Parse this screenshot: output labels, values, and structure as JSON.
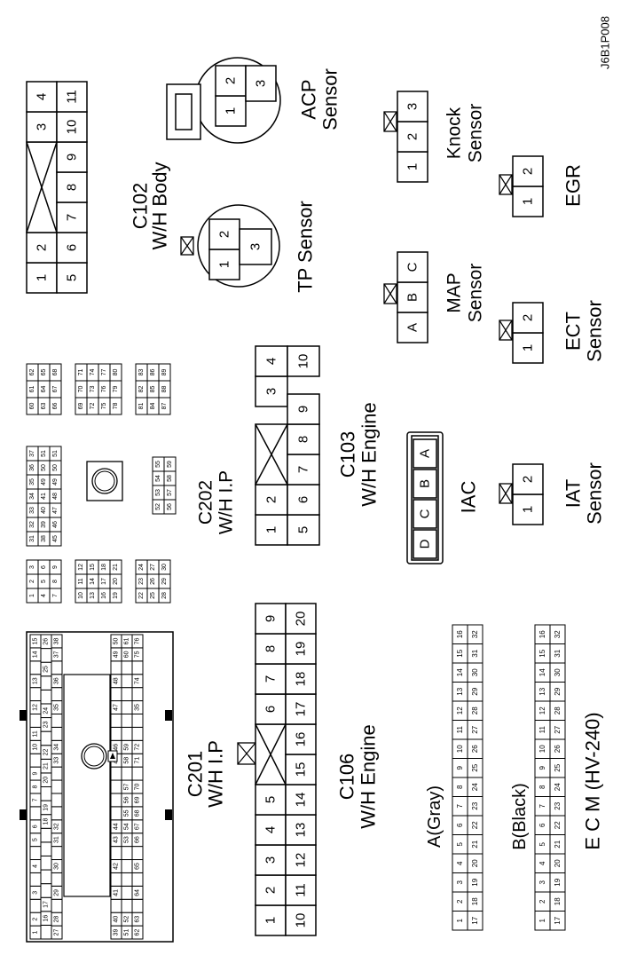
{
  "diagram_id": "J6B1P008",
  "c102": {
    "name": "C102",
    "desc": "W/H Body",
    "top": [
      "1",
      "2",
      "",
      "",
      "3",
      "4"
    ],
    "bottom": [
      "5",
      "6",
      "7",
      "8",
      "9",
      "10",
      "11"
    ]
  },
  "acp": {
    "name": "ACP",
    "desc": "Sensor",
    "pins": [
      "1",
      "2",
      "3"
    ]
  },
  "tp": {
    "name": "TP Sensor",
    "pins": [
      "1",
      "2",
      "3"
    ]
  },
  "knock": {
    "name": "Knock",
    "desc": "Sensor",
    "pins": [
      "1",
      "2",
      "3"
    ]
  },
  "egr": {
    "name": "EGR",
    "pins": [
      "1",
      "2"
    ]
  },
  "map": {
    "name": "MAP",
    "desc": "Sensor",
    "pins": [
      "A",
      "B",
      "C"
    ]
  },
  "ect": {
    "name": "ECT",
    "desc": "Sensor",
    "pins": [
      "1",
      "2"
    ]
  },
  "c103": {
    "name": "C103",
    "desc": "W/H Engine",
    "top": [
      "1",
      "2",
      "",
      "3",
      "4"
    ],
    "bottom": [
      "5",
      "6",
      "7",
      "8",
      "9",
      "10"
    ]
  },
  "iac": {
    "name": "IAC",
    "pins": [
      "D",
      "C",
      "B",
      "A"
    ]
  },
  "iat": {
    "name": "IAT",
    "desc": "Sensor",
    "pins": [
      "1",
      "2"
    ]
  },
  "c202": {
    "name": "C202",
    "desc": "W/H I.P",
    "blocks": [
      [
        [
          "1",
          "2",
          "3"
        ],
        [
          "4",
          "5",
          "6"
        ],
        [
          "7",
          "8",
          "9"
        ]
      ],
      [
        [
          "10",
          "11",
          "12"
        ],
        [
          "13",
          "14",
          "15"
        ],
        [
          "16",
          "17",
          "18"
        ],
        [
          "19",
          "20",
          "21"
        ]
      ],
      [
        [
          "22",
          "23",
          "24"
        ],
        [
          "25",
          "26",
          "27"
        ],
        [
          "28",
          "29",
          "30"
        ]
      ],
      [
        [
          "31",
          "32",
          "33",
          "34",
          "35",
          "36",
          "37"
        ],
        [
          "38",
          "39",
          "40",
          "41",
          "49",
          "50",
          "51"
        ],
        [
          "45",
          "46",
          "47",
          "48",
          "49",
          "50",
          "51"
        ]
      ],
      [
        [
          "52",
          "53",
          "54",
          "55"
        ],
        [
          "56",
          "57",
          "58",
          "59"
        ]
      ],
      [
        [
          "60",
          "61",
          "62"
        ],
        [
          "63",
          "64",
          "65"
        ],
        [
          "66",
          "67",
          "68"
        ]
      ],
      [
        [
          "69",
          "70",
          "71"
        ],
        [
          "72",
          "73",
          "74"
        ],
        [
          "75",
          "76",
          "77"
        ],
        [
          "78",
          "79",
          "80"
        ]
      ],
      [
        [
          "81",
          "82",
          "83"
        ],
        [
          "84",
          "85",
          "86"
        ],
        [
          "87",
          "88",
          "89"
        ]
      ]
    ]
  },
  "c201": {
    "name": "C201",
    "desc": "W/H I.P",
    "left_cols": [
      [
        "1",
        "2",
        "",
        "3",
        "",
        "4",
        "",
        "5",
        "6",
        "",
        "7",
        "8",
        "9",
        "",
        "10",
        "11",
        "",
        "12",
        "",
        "13",
        "",
        "14",
        "15"
      ],
      [
        "",
        "16",
        "17",
        "",
        "",
        "",
        "",
        "",
        "18",
        "19",
        "",
        "20",
        "21",
        "22",
        "",
        "23",
        "24",
        "",
        "",
        "25",
        "",
        "26"
      ],
      [
        "27",
        "28",
        "",
        "29",
        "",
        "30",
        "",
        "31",
        "32",
        "",
        "",
        "",
        "",
        "33",
        "34",
        "",
        "",
        "35",
        "",
        "36",
        "",
        "37",
        "38"
      ]
    ],
    "right_cols": [
      [
        "39",
        "40",
        "",
        "41",
        "",
        "42",
        "",
        "43",
        "44",
        "",
        "",
        "",
        "",
        "45",
        "46",
        "",
        "",
        "47",
        "",
        "48",
        "",
        "49",
        "50"
      ],
      [
        "51",
        "52",
        "",
        "",
        "",
        "",
        "",
        "53",
        "54",
        "55",
        "56",
        "57",
        "",
        "58",
        "59",
        "",
        "",
        "",
        "",
        "",
        "",
        "60",
        "61"
      ],
      [
        "62",
        "63",
        "",
        "64",
        "",
        "65",
        "",
        "66",
        "67",
        "68",
        "69",
        "70",
        "",
        "71",
        "72",
        "",
        "",
        "35",
        "",
        "74",
        "",
        "75",
        "76"
      ]
    ]
  },
  "c106": {
    "name": "C106",
    "desc": "W/H Engine",
    "top": [
      "1",
      "2",
      "3",
      "4",
      "5",
      "",
      "6",
      "7",
      "8",
      "9"
    ],
    "bottom": [
      "10",
      "11",
      "12",
      "13",
      "14",
      "15",
      "16",
      "17",
      "18",
      "19",
      "20"
    ]
  },
  "ecm": {
    "name": "E C M (HV-240)",
    "a_label": "A(Gray)",
    "b_label": "B(Black)",
    "a_top": [
      "1",
      "2",
      "3",
      "4",
      "5",
      "6",
      "7",
      "8",
      "9",
      "10",
      "11",
      "12",
      "13",
      "14",
      "15",
      "16"
    ],
    "a_bottom": [
      "17",
      "18",
      "19",
      "20",
      "21",
      "22",
      "23",
      "24",
      "25",
      "26",
      "27",
      "28",
      "29",
      "30",
      "31",
      "32"
    ],
    "b_top": [
      "32",
      "31",
      "30",
      "29",
      "28",
      "27",
      "26",
      "25",
      "24",
      "23",
      "22",
      "21",
      "20",
      "19",
      "18",
      "17"
    ],
    "b_bottom": [
      "16",
      "15",
      "14",
      "13",
      "12",
      "11",
      "10",
      "9",
      "8",
      "7",
      "6",
      "5",
      "4",
      "3",
      "2",
      "1"
    ]
  }
}
